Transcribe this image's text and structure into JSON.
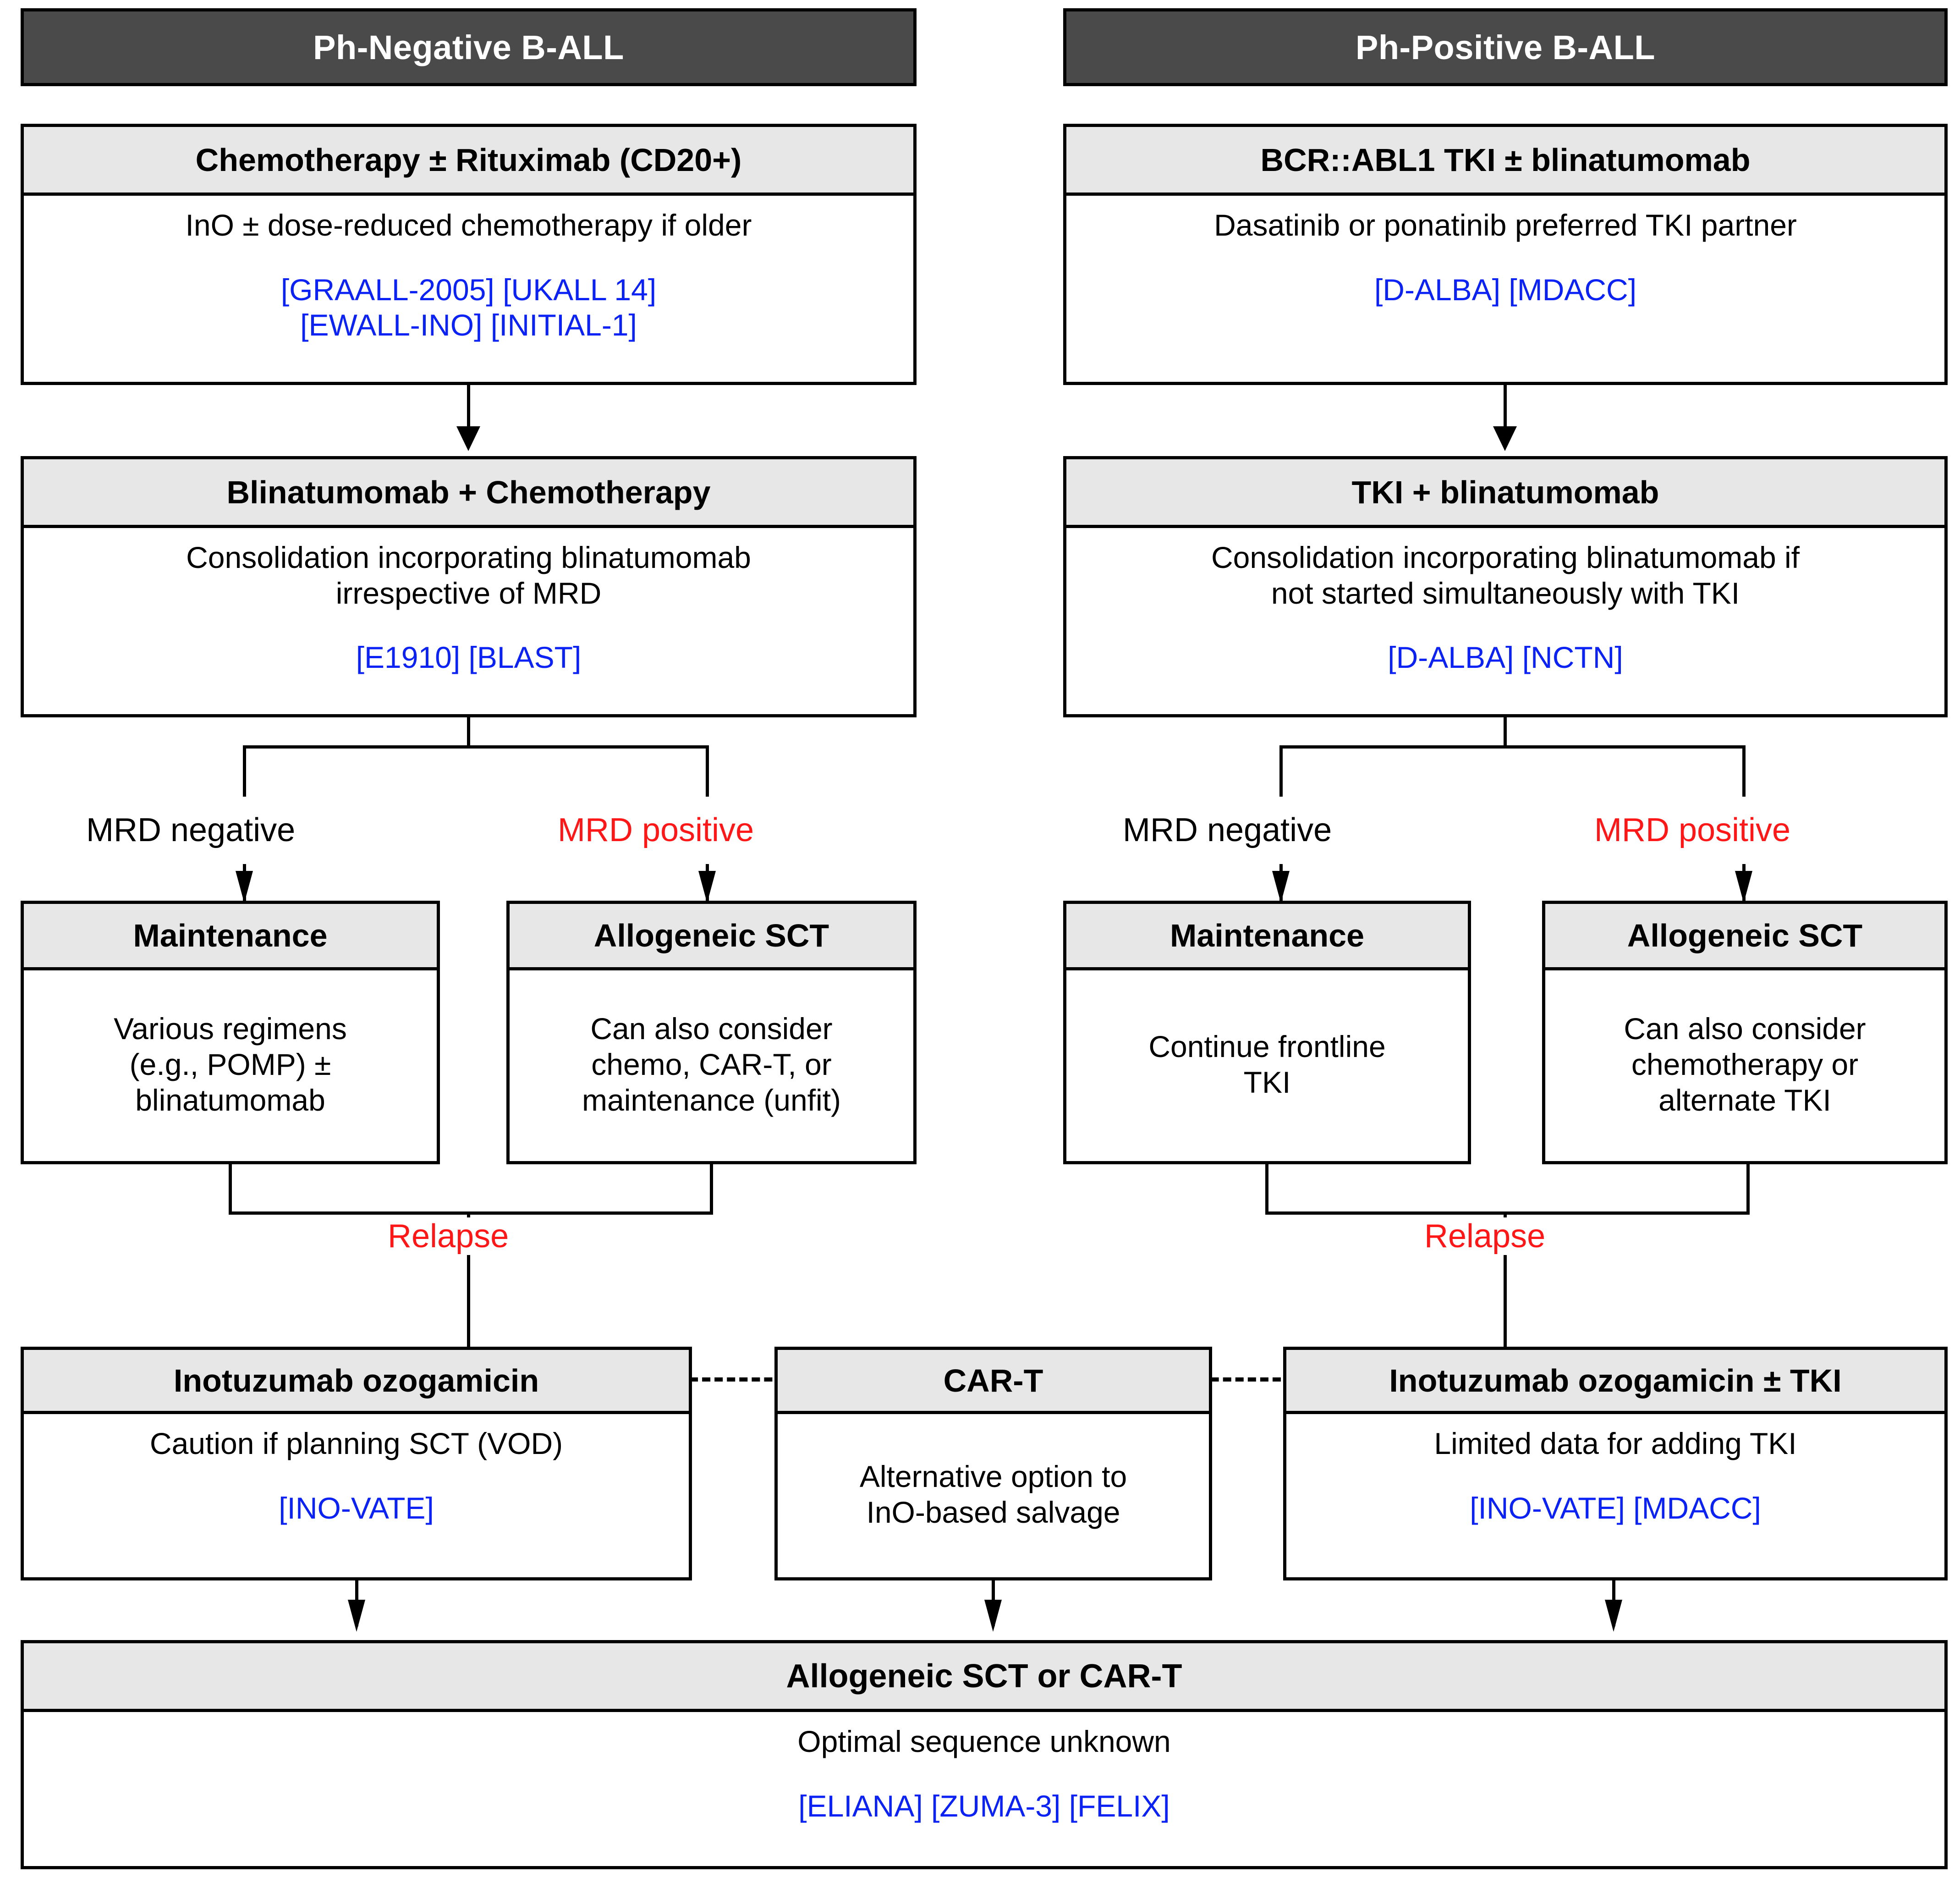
{
  "colors": {
    "banner_bg": "#4a4a4a",
    "header_bg": "#e7e7e7",
    "trial_text": "#0a22f5",
    "alert_text": "#ff1616",
    "border": "#000000"
  },
  "columns": [
    {
      "id": "ph-negative",
      "title": "Ph-Negative B-ALL"
    },
    {
      "id": "ph-positive",
      "title": "Ph-Positive B-ALL"
    }
  ],
  "edge_labels": {
    "mrd_negative": "MRD negative",
    "mrd_positive": "MRD positive",
    "relapse": "Relapse"
  },
  "nodes": {
    "left_induction": {
      "header": "Chemotherapy ± Rituximab (CD20+)",
      "lines": [
        "InO ± dose-reduced chemotherapy if older"
      ],
      "trials": [
        "[GRAALL-2005] [UKALL 14]",
        "[EWALL-INO] [INITIAL-1]"
      ]
    },
    "right_induction": {
      "header": "BCR::ABL1 TKI ± blinatumomab",
      "lines": [
        "Dasatinib or ponatinib preferred TKI partner"
      ],
      "trials": [
        "[D-ALBA] [MDACC]"
      ]
    },
    "left_consolidation": {
      "header": "Blinatumomab + Chemotherapy",
      "lines": [
        "Consolidation incorporating blinatumomab",
        "irrespective of MRD"
      ],
      "trials": [
        "[E1910] [BLAST]"
      ]
    },
    "right_consolidation": {
      "header": "TKI + blinatumomab",
      "lines": [
        "Consolidation incorporating blinatumomab if",
        "not started simultaneously with TKI"
      ],
      "trials": [
        "[D-ALBA] [NCTN]"
      ]
    },
    "left_maintenance": {
      "header": "Maintenance",
      "lines": [
        "Various regimens",
        "(e.g., POMP) ±",
        "blinatumomab"
      ],
      "trials": []
    },
    "left_allo_sct": {
      "header": "Allogeneic SCT",
      "lines": [
        "Can also consider",
        "chemo, CAR-T, or",
        "maintenance (unfit)"
      ],
      "trials": []
    },
    "right_maintenance": {
      "header": "Maintenance",
      "lines": [
        "Continue frontline",
        "TKI"
      ],
      "trials": []
    },
    "right_allo_sct": {
      "header": "Allogeneic SCT",
      "lines": [
        "Can also consider",
        "chemotherapy or",
        "alternate TKI"
      ],
      "trials": []
    },
    "salvage_ino": {
      "header": "Inotuzumab ozogamicin",
      "lines": [
        "Caution if planning SCT (VOD)"
      ],
      "trials": [
        "[INO-VATE]"
      ]
    },
    "salvage_cart": {
      "header": "CAR-T",
      "lines": [
        "Alternative option to",
        "InO-based salvage"
      ],
      "trials": []
    },
    "salvage_ino_tki": {
      "header": "Inotuzumab ozogamicin ± TKI",
      "lines": [
        "Limited data for adding TKI"
      ],
      "trials": [
        "[INO-VATE] [MDACC]"
      ]
    },
    "final_sct_cart": {
      "header": "Allogeneic SCT or CAR-T",
      "lines": [
        "Optimal sequence unknown"
      ],
      "trials": [
        "[ELIANA] [ZUMA-3] [FELIX]"
      ]
    }
  }
}
